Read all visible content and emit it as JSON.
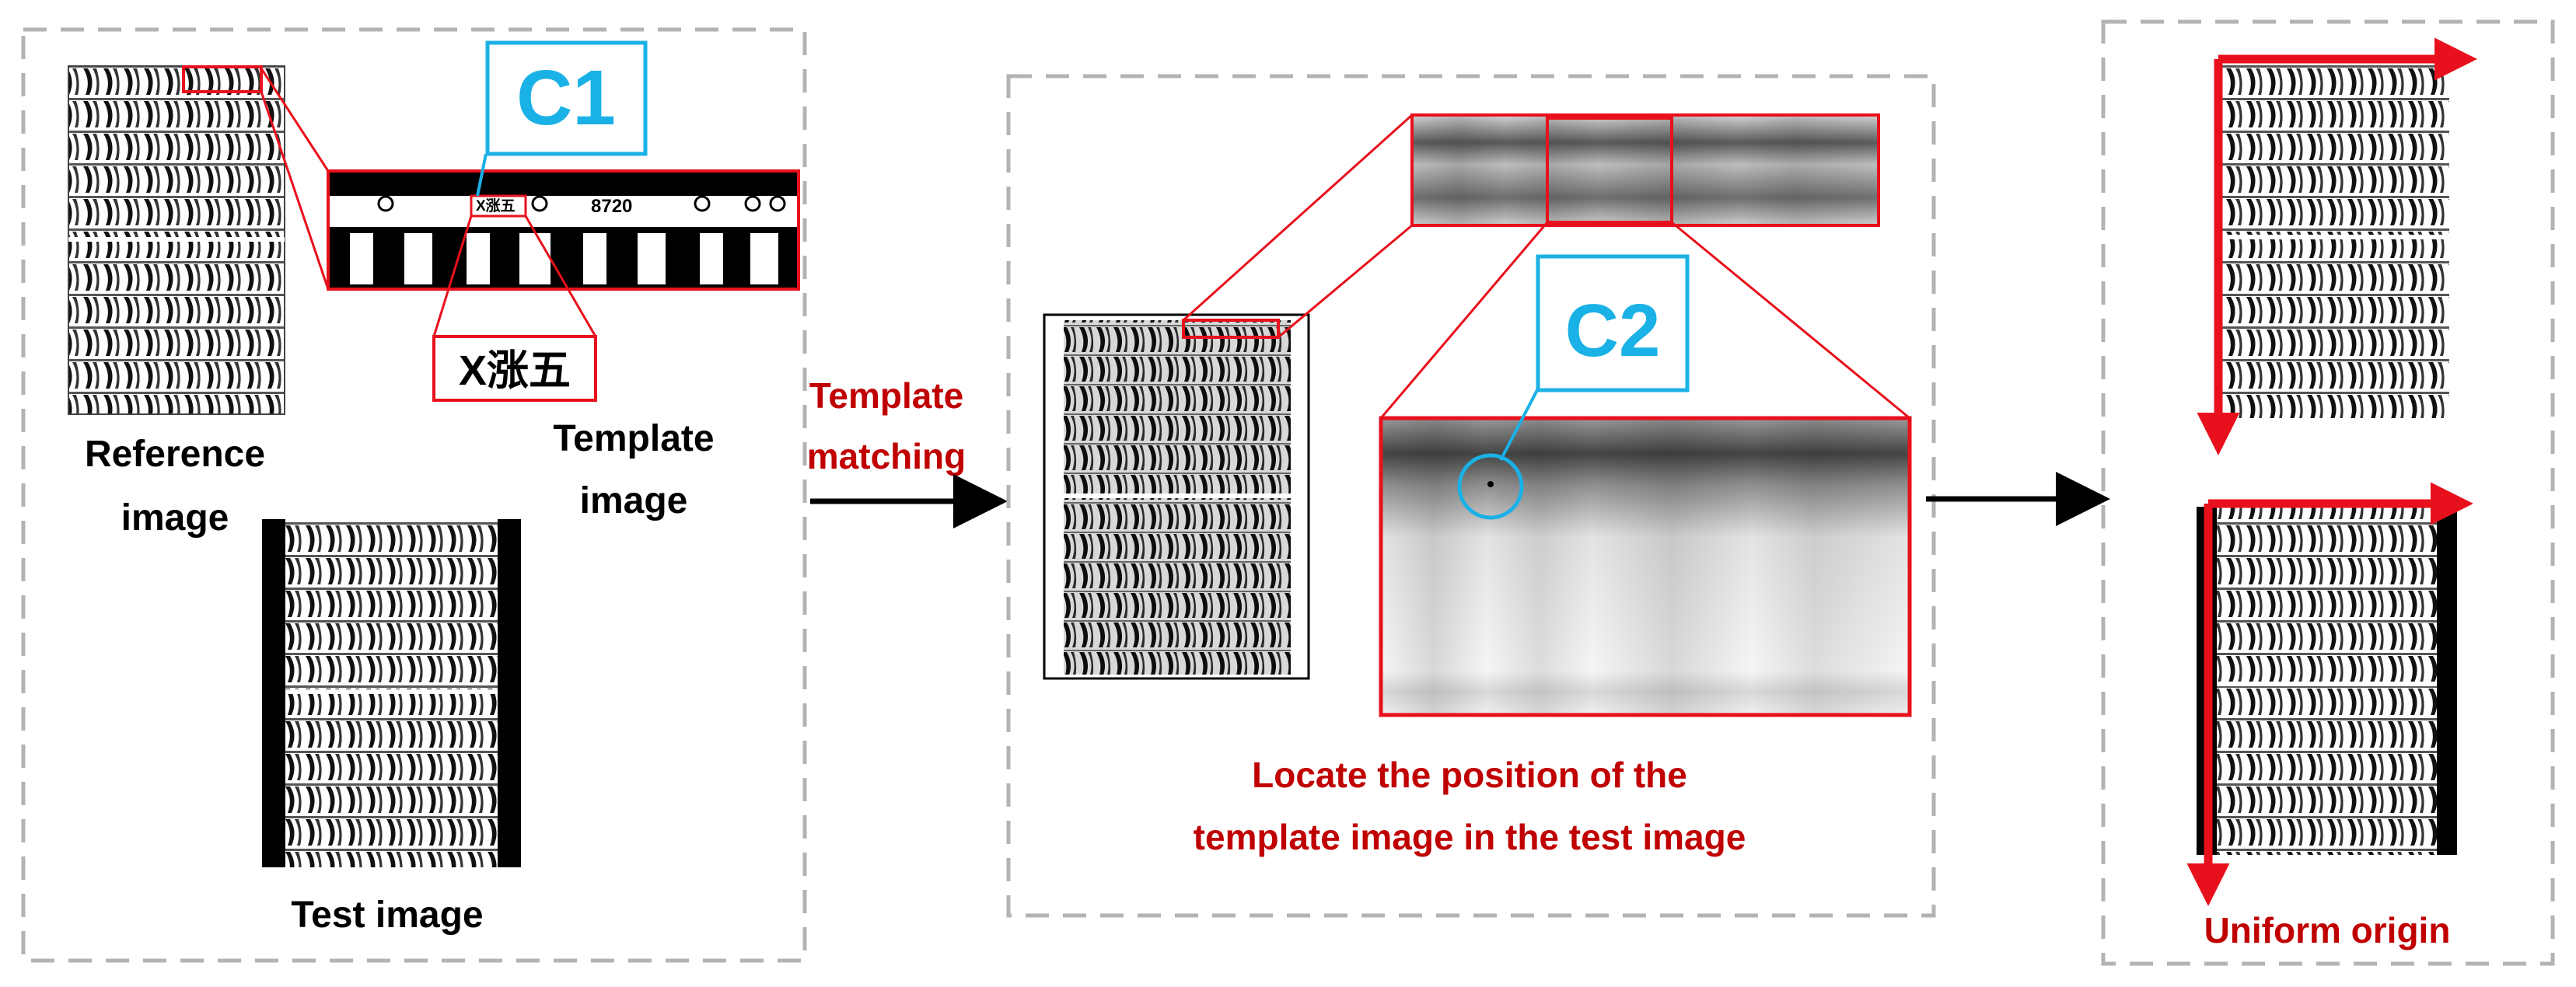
{
  "colors": {
    "red": "#e8101c",
    "dark_red": "#c00000",
    "cyan": "#1ab1e6",
    "gray_dash": "#b3b3b3",
    "black": "#000000"
  },
  "icons": [
    "circle-marker-icon",
    "arrow-icon"
  ],
  "panel1": {
    "reference_label_line1": "Reference",
    "reference_label_line2": "image",
    "template_label_line1": "Template",
    "template_label_line2": "image",
    "test_label": "Test image",
    "c1_label": "C1",
    "strip_text": "X涨五",
    "strip_text_2": "8720",
    "zoom_text": "X涨五"
  },
  "arrow1": {
    "label_line1": "Template",
    "label_line2": "matching"
  },
  "panel2": {
    "c2_label": "C2",
    "caption_line1": "Locate the position of the",
    "caption_line2": "template image in the test image"
  },
  "panel3": {
    "caption": "Uniform origin"
  }
}
